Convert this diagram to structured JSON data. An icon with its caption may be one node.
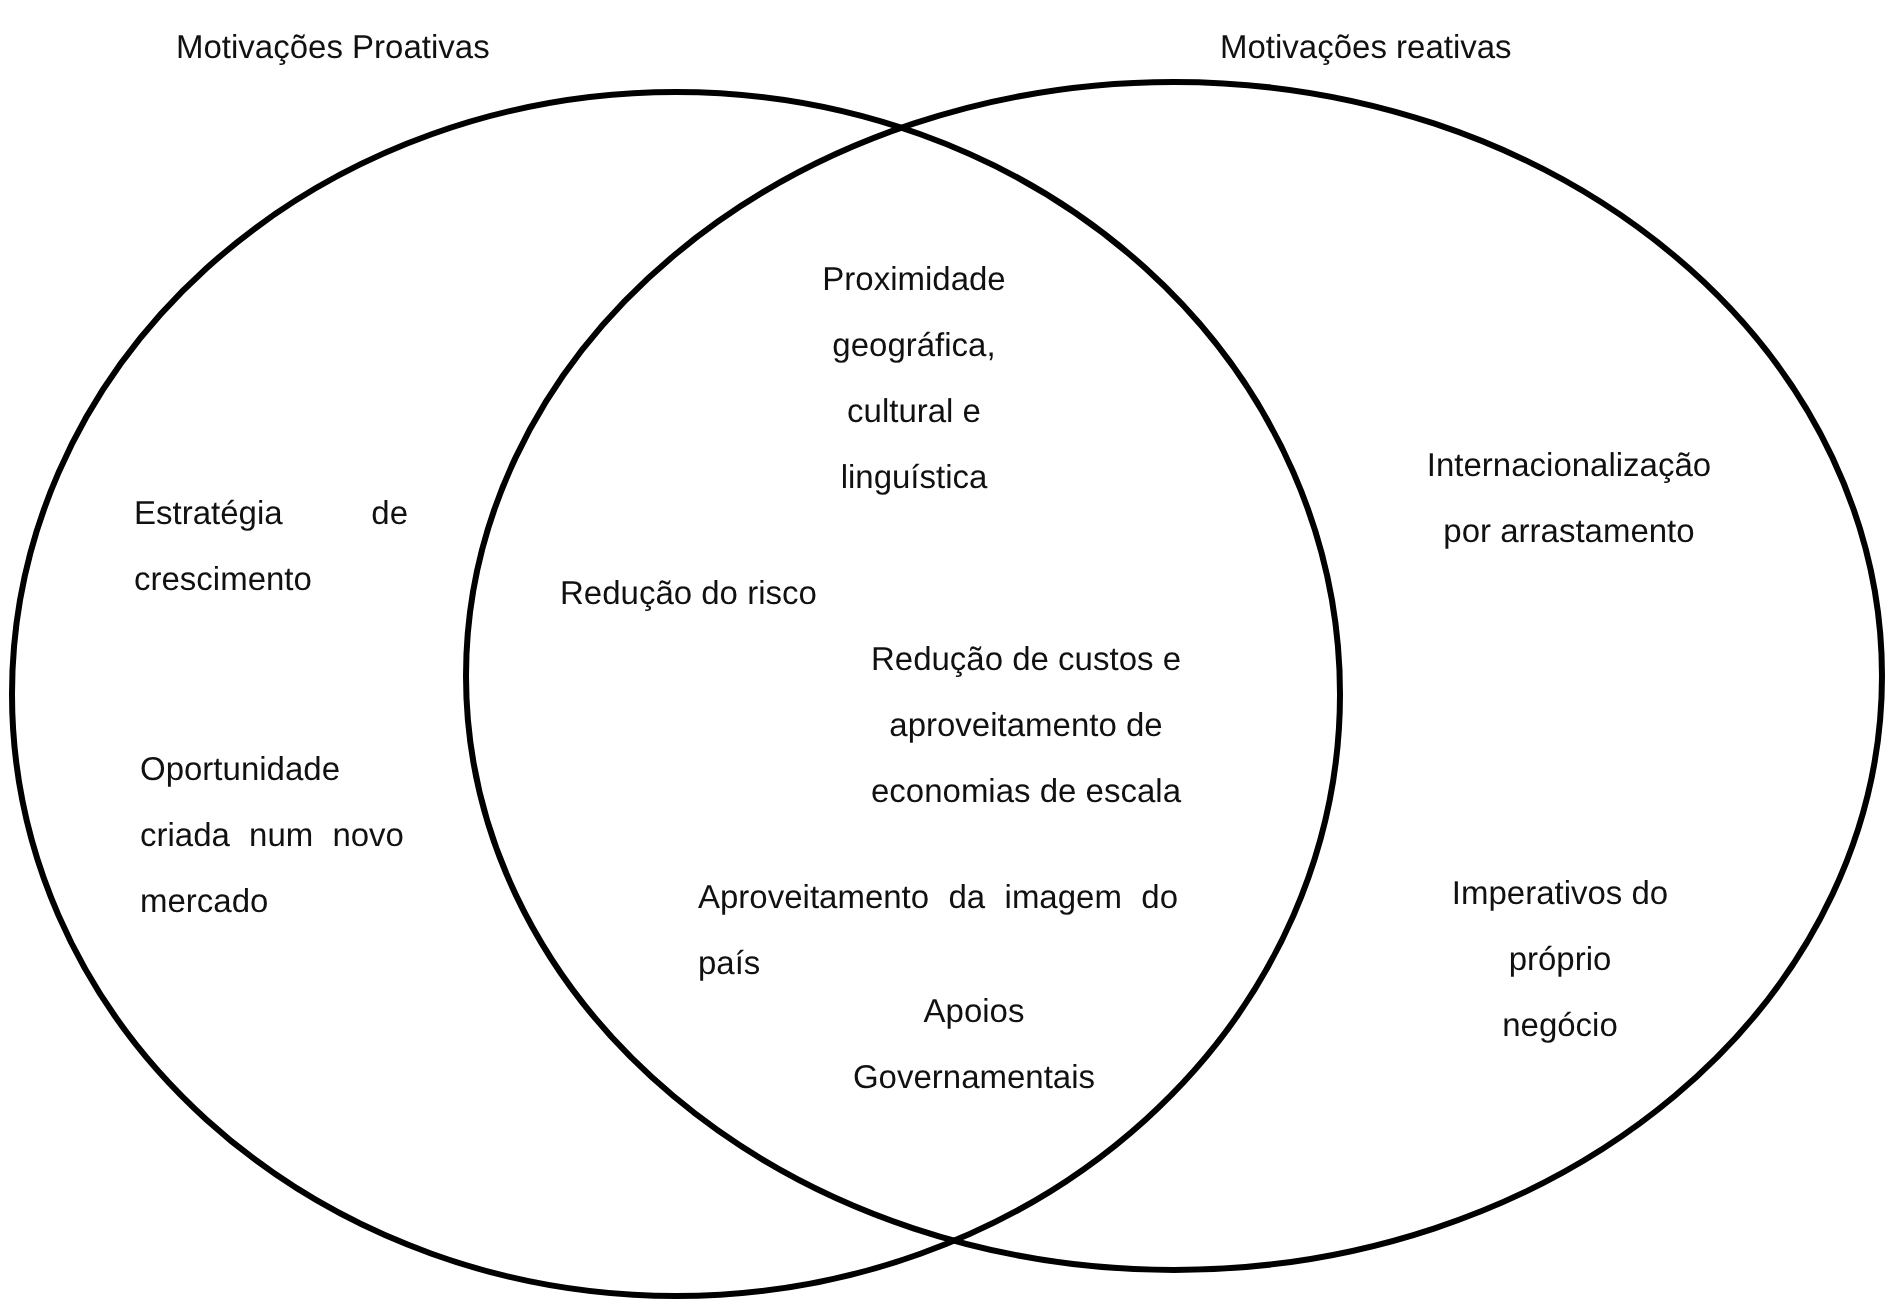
{
  "diagram": {
    "nodes": [
      {
        "text": [
          "Motivações Proativas",
          "Estratégia de crescimento",
          "Oportunidade criada num novo mercado"
        ]
      },
      {
        "text": [
          "Motivações reativas",
          "Internacionalização por arrastamento",
          "Imperativos do próprio negócio"
        ]
      }
    ],
    "labels": [
      "Proximidade geográfica, cultural e linguística",
      "Redução do risco",
      "Redução de custos e aproveitamento de economias de escala",
      "Aproveitamento da imagem do país",
      "Apoios Governamentais"
    ]
  }
}
